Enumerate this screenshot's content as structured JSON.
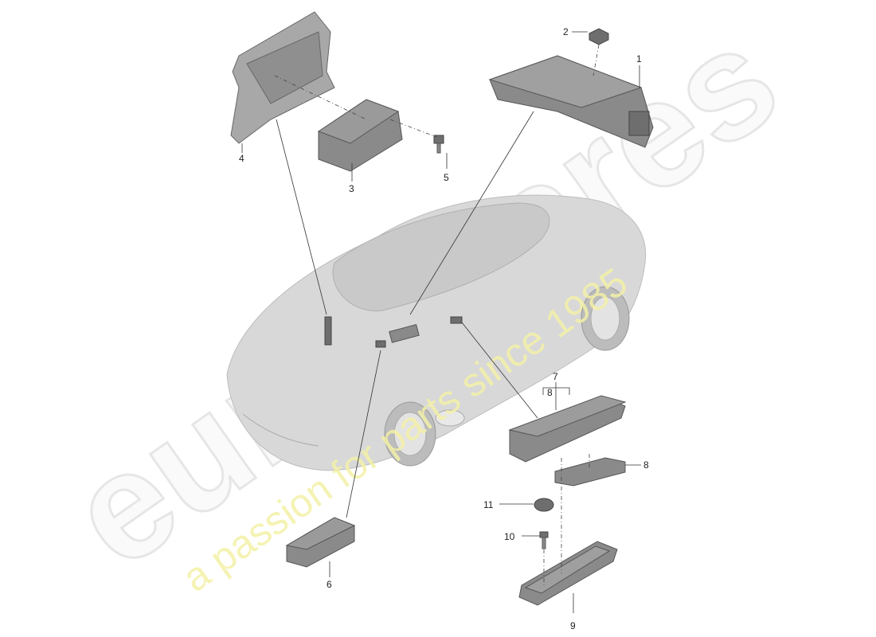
{
  "watermark": {
    "brand": "eurospares",
    "tagline": "a passion for parts since 1985"
  },
  "callouts": {
    "c1": "1",
    "c2": "2",
    "c3": "3",
    "c4": "4",
    "c5": "5",
    "c6": "6",
    "c7": "7",
    "c8a": "8",
    "c8b": "8",
    "c9": "9",
    "c10": "10",
    "c11": "11"
  },
  "colors": {
    "watermark_tagline": "#f4f1a8",
    "parts": "#8a8a8a"
  }
}
